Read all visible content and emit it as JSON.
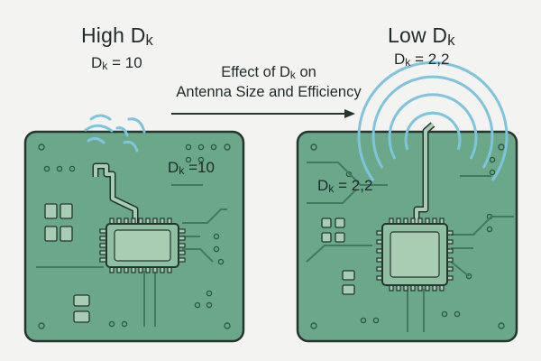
{
  "left_panel": {
    "heading": {
      "main": "High D",
      "sub": "k"
    },
    "equation": {
      "main": "D",
      "sub": "k",
      "rest": " = 10"
    },
    "board_label": {
      "main": "D",
      "sub": "k",
      "rest": " =10"
    }
  },
  "right_panel": {
    "heading": {
      "main": "Low D",
      "sub": "k"
    },
    "equation": {
      "main": "D",
      "sub": "k",
      "rest": " = 2,2"
    },
    "board_label": {
      "main": "D",
      "sub": "k",
      "rest": " = 2,2"
    }
  },
  "caption": {
    "line1_pre": "Effect of D",
    "line1_sub": "k",
    "line1_post": " on",
    "line2": "Antenna Size and Efficiency"
  },
  "colors": {
    "background": "#f3f3f1",
    "board": "#6aa889",
    "trace": "#3f7a61",
    "chip": "#a8cdb3",
    "wave": "#7ec4dc",
    "outline": "#26342e"
  }
}
